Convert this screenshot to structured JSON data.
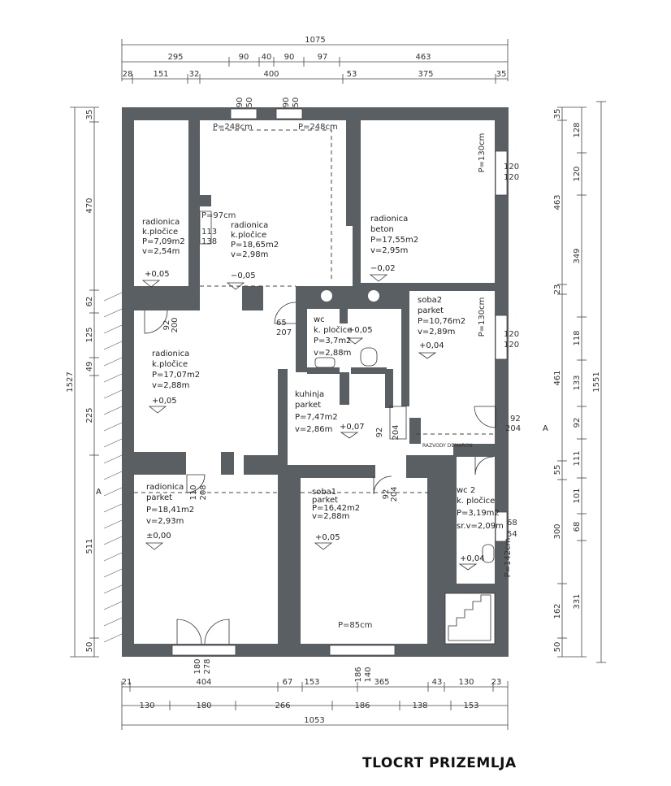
{
  "title": "TLOCRT PRIZEMLJA",
  "top_dims": {
    "row1": [
      "1075"
    ],
    "row2": [
      "295",
      "90",
      "40",
      "90",
      "97",
      "463"
    ],
    "row3": [
      "28",
      "151",
      "32",
      "400",
      "53",
      "375",
      "35"
    ]
  },
  "bottom_dims": {
    "row1": [
      "21",
      "404",
      "67",
      "153",
      "365",
      "43",
      "130",
      "23"
    ],
    "row2": [
      "130",
      "180",
      "266",
      "186",
      "138",
      "153"
    ],
    "row3": [
      "1053"
    ]
  },
  "left_dims": {
    "total": "1527",
    "parts": [
      "35",
      "470",
      "62",
      "125",
      "49",
      "225",
      "511",
      "50"
    ]
  },
  "right_dims": {
    "total": "1551",
    "col1": [
      "35",
      "463",
      "23",
      "461",
      "55",
      "300",
      "162",
      "50"
    ],
    "col2": [
      "128",
      "120",
      "349",
      "118",
      "133",
      "92",
      "111",
      "101",
      "68",
      "331"
    ]
  },
  "section_marker": "A",
  "rooms": [
    {
      "name": "radionica",
      "floor": "k.pločice",
      "area": "P=7,09m2",
      "height": "v=2,54m",
      "level": "+0,05"
    },
    {
      "name": "radionica",
      "floor": "k.pločice",
      "area": "P=18,65m2",
      "height": "v=2,98m",
      "level": "−0,05"
    },
    {
      "name": "radionica",
      "floor": "beton",
      "area": "P=17,55m2",
      "height": "v=2,95m",
      "level": "−0,02"
    },
    {
      "name": "wc",
      "floor": "k. pločice",
      "area": "P=3,7m2",
      "height": "v=2,88m",
      "level": "+0,05"
    },
    {
      "name": "soba2",
      "floor": "parket",
      "area": "P=10,76m2",
      "height": "v=2,89m",
      "level": "+0,04"
    },
    {
      "name": "radionica",
      "floor": "k.pločice",
      "area": "P=17,07m2",
      "height": "v=2,88m",
      "level": "+0,05"
    },
    {
      "name": "kuhinja",
      "floor": "parket",
      "area": "P=7,47m2",
      "height": "v=2,86m",
      "level": "+0,07"
    },
    {
      "name": "radionica",
      "floor": "parket",
      "area": "P=18,41m2",
      "height": "v=2,93m",
      "level": "±0,00"
    },
    {
      "name": "soba1",
      "floor": "parket",
      "area": "P=16,42m2",
      "height": "v=2,88m",
      "level": "+0,05"
    },
    {
      "name": "wc 2",
      "floor": "k. pločice",
      "area": "P=3,19m2",
      "height": "sr.v=2,09m",
      "level": "+0,04"
    }
  ],
  "openings": [
    {
      "main": "90",
      "sub": "50"
    },
    {
      "main": "90",
      "sub": "50"
    },
    {
      "main": "P=248cm"
    },
    {
      "main": "P=248cm"
    },
    {
      "main": "P=130cm"
    },
    {
      "main": "120",
      "sub": "120"
    },
    {
      "main": "P=97cm"
    },
    {
      "main": "113",
      "sub": "138"
    },
    {
      "main": "P=130cm"
    },
    {
      "main": "120",
      "sub": "120"
    },
    {
      "main": "65",
      "sub": "207"
    },
    {
      "main": "92",
      "sub": "200"
    },
    {
      "main": "92",
      "sub": "204"
    },
    {
      "main": "92",
      "sub": "204"
    },
    {
      "main": "92",
      "sub": "204"
    },
    {
      "main": "110",
      "sub": "208"
    },
    {
      "main": "68",
      "sub": "54"
    },
    {
      "main": "P=142cm"
    },
    {
      "main": "180",
      "sub": "278"
    },
    {
      "main": "P=85cm"
    },
    {
      "main": "186",
      "sub": "140"
    }
  ],
  "note": "RAZVODY DEMARON"
}
